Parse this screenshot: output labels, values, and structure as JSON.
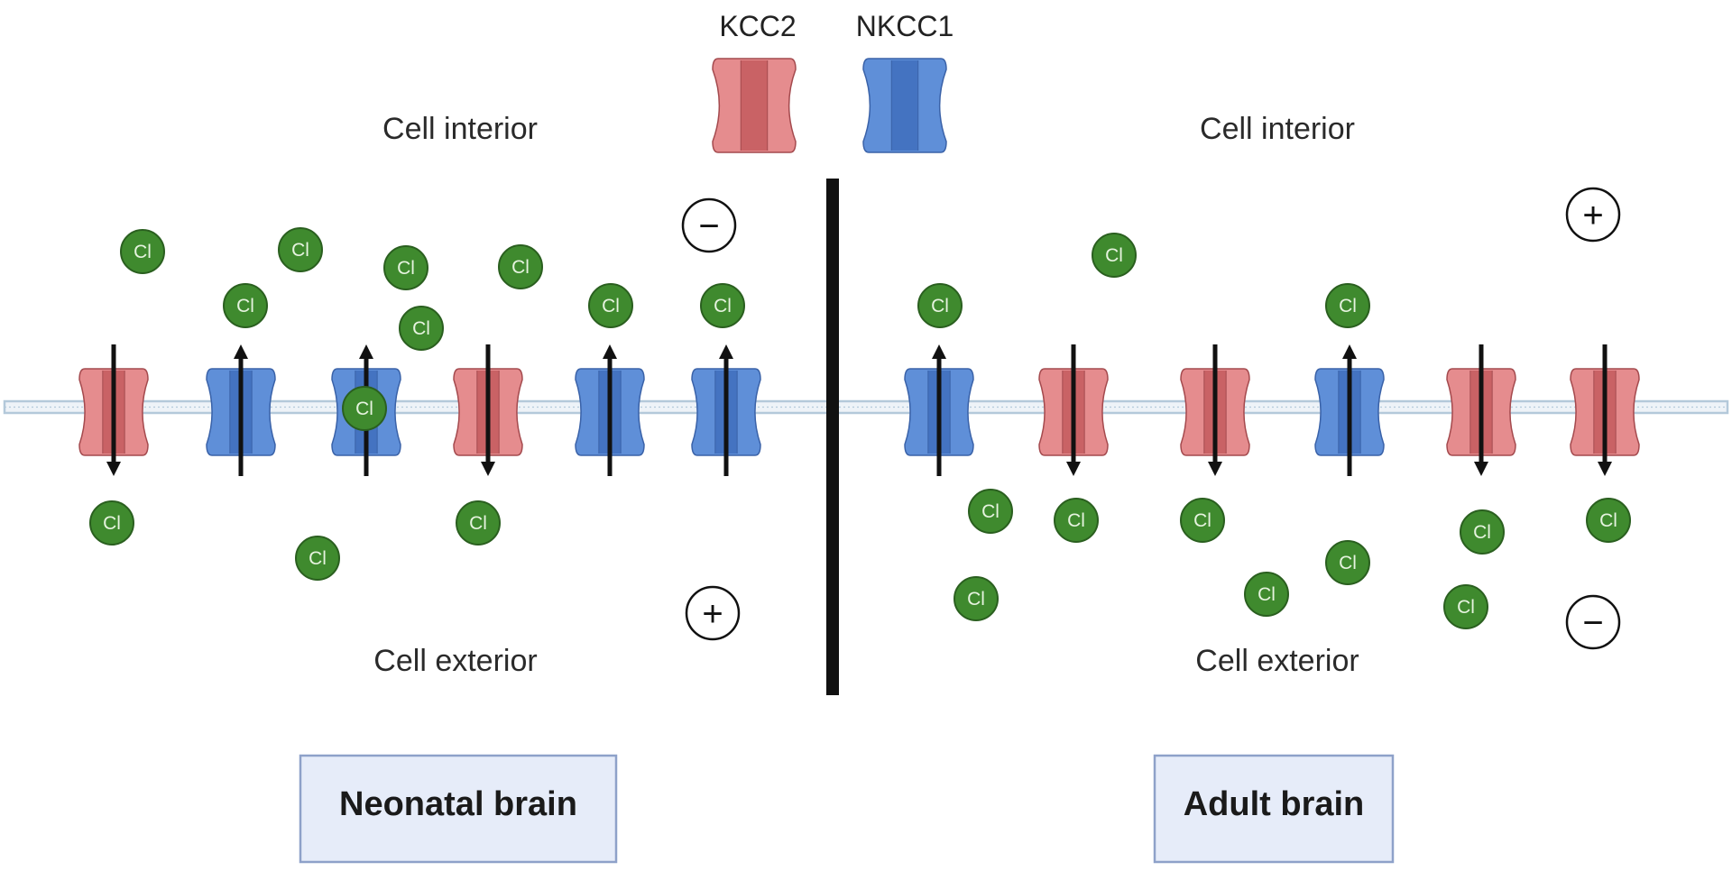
{
  "legend": {
    "kcc2_label": "KCC2",
    "nkcc1_label": "NKCC1"
  },
  "ion_label": "Cl",
  "colors": {
    "kcc2_fill": "#e58c8e",
    "kcc2_dark": "#c45a5e",
    "kcc2_stroke": "#a44a4e",
    "nkcc1_fill": "#5f8fd8",
    "nkcc1_dark": "#3f6fbd",
    "nkcc1_stroke": "#3a62a8",
    "chloride_fill": "#3f8a2e",
    "chloride_stroke": "#2a5f1f",
    "membrane": "#b4c9da",
    "divider": "#111111",
    "title_box_fill": "#e6ecf9",
    "title_box_stroke": "#8ea1c9"
  },
  "panels": [
    {
      "id": "neonatal",
      "title": "Neonatal brain",
      "interior_label": "Cell interior",
      "exterior_label": "Cell exterior",
      "interior_charge": "−",
      "exterior_charge": "+",
      "transporters": [
        {
          "type": "KCC2",
          "direction": "out"
        },
        {
          "type": "NKCC1",
          "direction": "in"
        },
        {
          "type": "NKCC1",
          "direction": "in"
        },
        {
          "type": "KCC2",
          "direction": "out"
        },
        {
          "type": "NKCC1",
          "direction": "in"
        },
        {
          "type": "NKCC1",
          "direction": "in"
        }
      ]
    },
    {
      "id": "adult",
      "title": "Adult brain",
      "interior_label": "Cell interior",
      "exterior_label": "Cell exterior",
      "interior_charge": "+",
      "exterior_charge": "−",
      "transporters": [
        {
          "type": "NKCC1",
          "direction": "in"
        },
        {
          "type": "KCC2",
          "direction": "out"
        },
        {
          "type": "KCC2",
          "direction": "out"
        },
        {
          "type": "NKCC1",
          "direction": "in"
        },
        {
          "type": "KCC2",
          "direction": "out"
        },
        {
          "type": "KCC2",
          "direction": "out"
        }
      ]
    }
  ]
}
